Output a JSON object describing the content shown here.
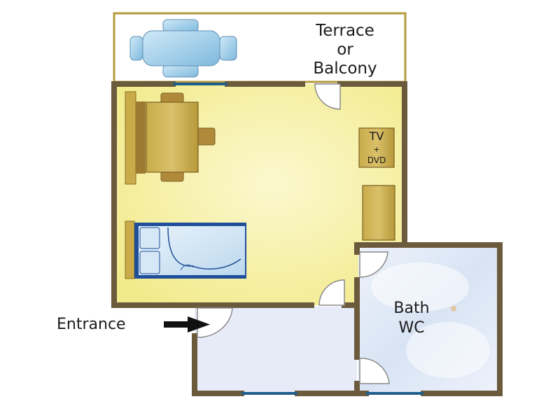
{
  "rooms": {
    "terrace": {
      "line1": "Terrace",
      "line2": "or",
      "line3": "Balcony"
    },
    "bath": {
      "line1": "Bath",
      "line2": "WC"
    }
  },
  "furniture": {
    "tv": {
      "line1": "TV",
      "line2": "+",
      "line3": "DVD"
    }
  },
  "entrance": {
    "label": "Entrance"
  },
  "colors": {
    "wall": "#6b5a3c",
    "main_room": "#f7f0a0",
    "hall": "#e7ecf8",
    "bath": "#e4ecf8",
    "wood": "#b59a3c",
    "bed": "#1f4f9a",
    "glass": "#9fcde8"
  }
}
